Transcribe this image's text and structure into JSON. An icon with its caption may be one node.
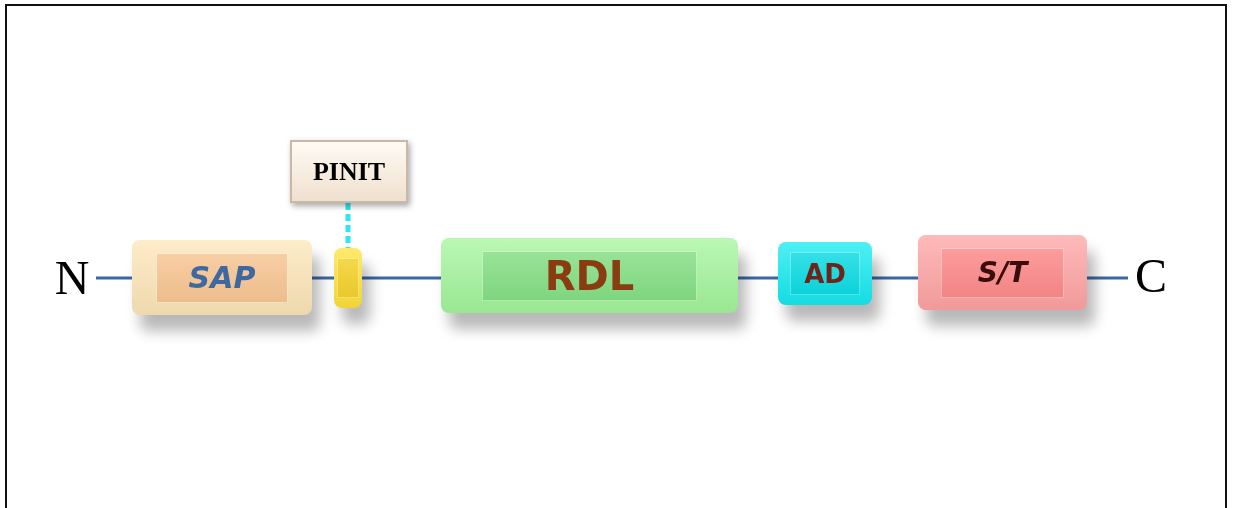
{
  "diagram": {
    "nodes": [
      {
        "text": [
          "N"
        ]
      },
      {
        "text": [
          "SAP"
        ]
      },
      {
        "text": [],
        "shape": "box"
      },
      {
        "text": [
          "PINIT"
        ]
      },
      {
        "text": [
          "RDL"
        ]
      },
      {
        "text": [
          "AD"
        ]
      },
      {
        "text": [
          "S/T"
        ]
      },
      {
        "text": [
          "C"
        ]
      }
    ],
    "edges": [
      {
        "from": 0,
        "to": 1,
        "arrow": "none"
      },
      {
        "from": 1,
        "to": 2,
        "arrow": "none"
      },
      {
        "from": 2,
        "to": 4,
        "arrow": "none"
      },
      {
        "from": 4,
        "to": 5,
        "arrow": "none"
      },
      {
        "from": 5,
        "to": 6,
        "arrow": "none"
      },
      {
        "from": 6,
        "to": 7,
        "arrow": "none"
      },
      {
        "from": 3,
        "to": 2,
        "arrow": "none",
        "style": "dashed",
        "color": "#2ee6f5"
      }
    ]
  }
}
